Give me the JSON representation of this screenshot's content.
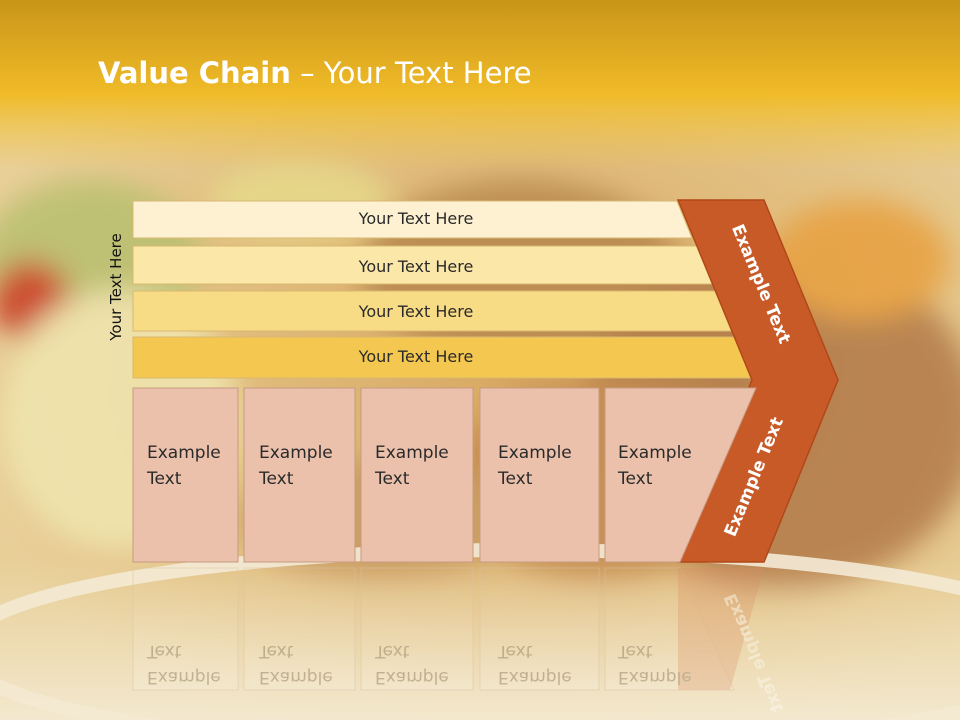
{
  "slide": {
    "title_bold": "Value Chain",
    "title_rest": " – Your Text Here",
    "side_label": "Your Text Here"
  },
  "bands": [
    {
      "label": "Your Text Here",
      "color": "#fdf1d2"
    },
    {
      "label": "Your Text Here",
      "color": "#fbe7a8"
    },
    {
      "label": "Your Text Here",
      "color": "#f8dc85"
    },
    {
      "label": "Your Text Here",
      "color": "#f4c850"
    }
  ],
  "boxes": [
    {
      "line1": "Example",
      "line2": "Text"
    },
    {
      "line1": "Example",
      "line2": "Text"
    },
    {
      "line1": "Example",
      "line2": "Text"
    },
    {
      "line1": "Example",
      "line2": "Text"
    },
    {
      "line1": "Example",
      "line2": "Text"
    }
  ],
  "chevron": {
    "upper_label": "Example Text",
    "lower_label": "Example Text",
    "color": "#c85a28"
  },
  "colors": {
    "header_top": "#d9a11a",
    "header_bottom": "#f0c030",
    "box_fill": "#ebc1ac",
    "box_stroke": "#c79b82"
  }
}
